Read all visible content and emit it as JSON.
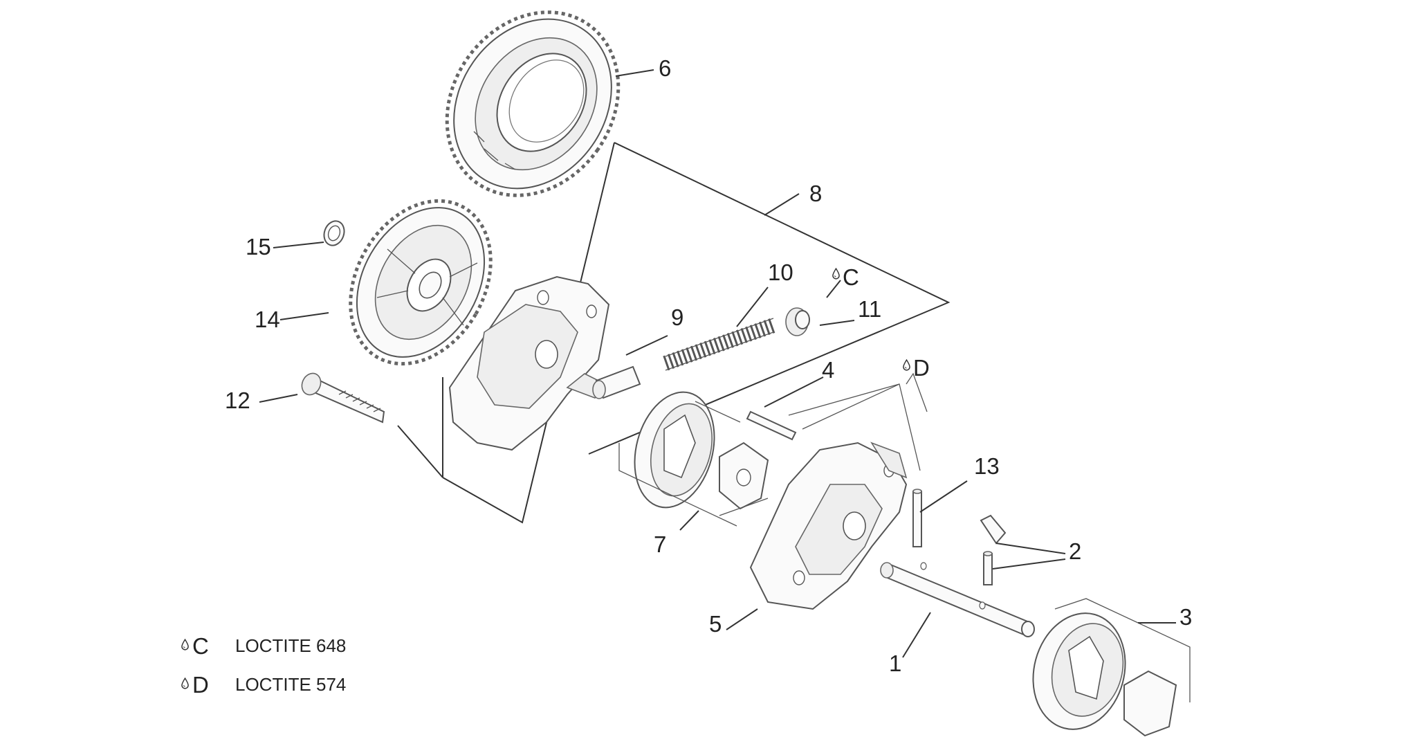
{
  "callouts": {
    "c1": "1",
    "c2": "2",
    "c3": "3",
    "c4": "4",
    "c5": "5",
    "c6": "6",
    "c7": "7",
    "c8": "8",
    "c9": "9",
    "c10": "10",
    "c11": "11",
    "c12": "12",
    "c13": "13",
    "c14": "14",
    "c15": "15"
  },
  "markers": {
    "c": "C",
    "d": "D"
  },
  "legend": [
    {
      "letter": "C",
      "text": "LOCTITE 648"
    },
    {
      "letter": "D",
      "text": "LOCTITE 574"
    }
  ],
  "icons": {
    "drop": "drop-icon"
  },
  "colors": {
    "line": "#333333",
    "fill": "#fafafa"
  }
}
